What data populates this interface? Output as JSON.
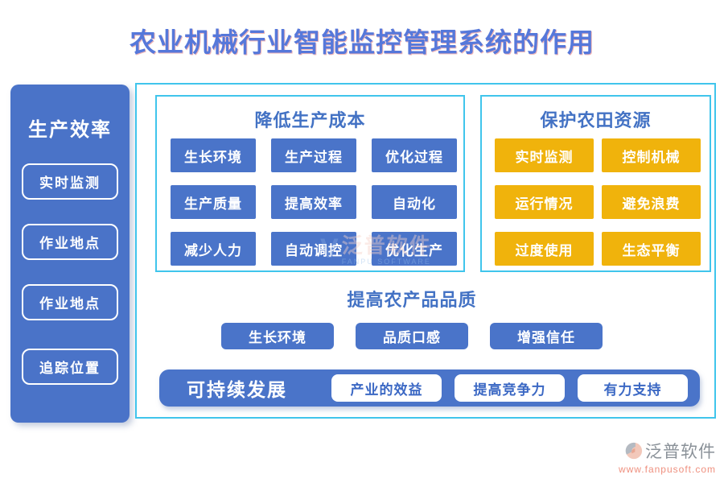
{
  "title": "农业机械行业智能监控管理系统的作用",
  "colors": {
    "title_blue": "#5678da",
    "accent_blue": "#4a74c9",
    "accent_yellow": "#f0b30c",
    "border_cyan": "#40c5ec",
    "panel_title_blue": "#4372c4",
    "bar_button_text": "#3b68c4",
    "brand_grey": "#8a9198",
    "url_salmon": "#ef907f"
  },
  "sidebar": {
    "title": "生产效率",
    "items": [
      "实时监测",
      "作业地点",
      "作业地点",
      "追踪位置"
    ]
  },
  "panels": {
    "cost": {
      "title": "降低生产成本",
      "items": [
        "生长环境",
        "生产过程",
        "优化过程",
        "生产质量",
        "提高效率",
        "自动化",
        "减少人力",
        "自动调控",
        "优化生产"
      ]
    },
    "farmland": {
      "title": "保护农田资源",
      "items": [
        "实时监测",
        "控制机械",
        "运行情况",
        "避免浪费",
        "过度使用",
        "生态平衡"
      ]
    },
    "quality": {
      "title": "提高农产品品质",
      "items": [
        "生长环境",
        "品质口感",
        "增强信任"
      ]
    },
    "sustain": {
      "title": "可持续发展",
      "items": [
        "产业的效益",
        "提高竞争力",
        "有力支持"
      ]
    }
  },
  "watermark": {
    "mark": "V",
    "text": "泛普软件",
    "subtext": "FANPU SOFTWARE"
  },
  "footer": {
    "brand": "泛普软件",
    "url": "www.fanpusoft.com"
  }
}
